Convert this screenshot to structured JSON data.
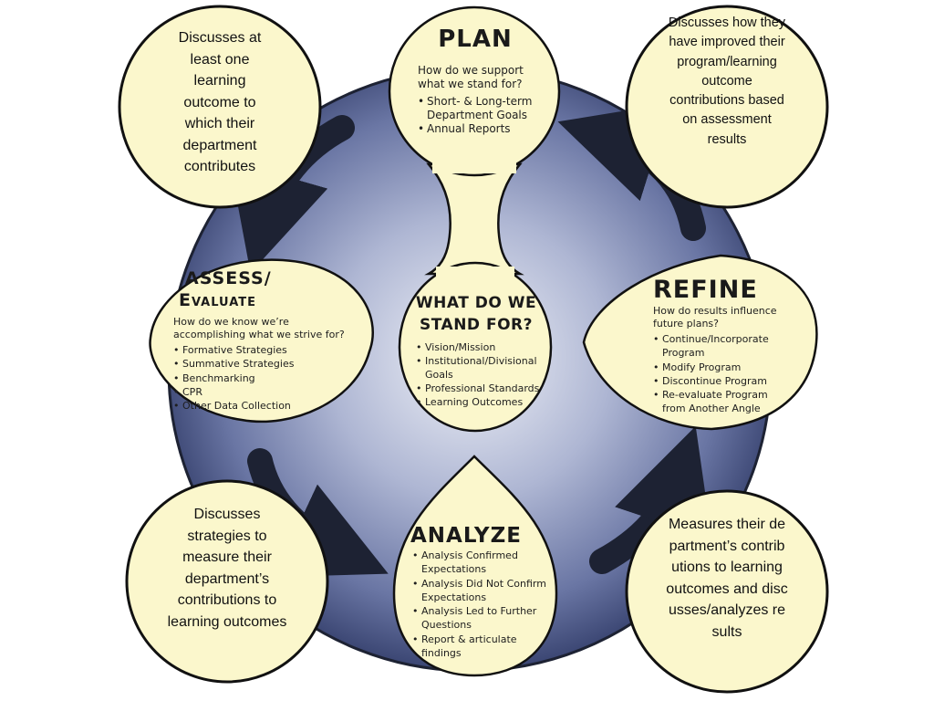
{
  "colors": {
    "bubble_fill": "#fbf7cc",
    "circle_fill_light": "#e6e9f3",
    "circle_fill_dark": "#3a4672",
    "arrow": "#1d2233",
    "outline": "#111111"
  },
  "plan": {
    "title": "PLAN",
    "subtitle": "How do we support what we stand for?",
    "items": [
      "Short- & Long-term Department Goals",
      "Annual Reports"
    ]
  },
  "center": {
    "title": "WHAT DO WE STAND FOR?",
    "items": [
      "Vision/Mission",
      "Institutional/Divisional Goals",
      "Professional Standards",
      "Learning Outcomes"
    ]
  },
  "assess": {
    "title_line1": "ASSESS/",
    "title_line2": "Evaluate",
    "subtitle": "How do we know we’re accomplishing what we strive for?",
    "items": [
      "Formative Strategies",
      "Summative Strategies",
      "Benchmarking",
      "CPR",
      "Other Data Collection"
    ]
  },
  "refine": {
    "title": "REFINE",
    "subtitle": "How do results influence future plans?",
    "items": [
      "Continue/Incorporate Program",
      "Modify Program",
      "Discontinue Program",
      "Re-evaluate Program from Another Angle"
    ]
  },
  "analyze": {
    "title": "ANALYZE",
    "items": [
      "Analysis Confirmed Expectations",
      "Analysis Did Not Confirm Expectations",
      "Analysis Led to Further Questions",
      "Report & articulate findings"
    ]
  },
  "notes": {
    "top_left": "Discusses at least one learning outcome to which their department contributes",
    "top_right": "Discusses how they have improved their program/learning outcome contributions based on assessment results",
    "bottom_left": "Discusses strategies to measure their department’s contributions to learning outcomes",
    "bottom_right": "Measures their department’s contributions to learning outcomes and discusses/analyzes results"
  }
}
